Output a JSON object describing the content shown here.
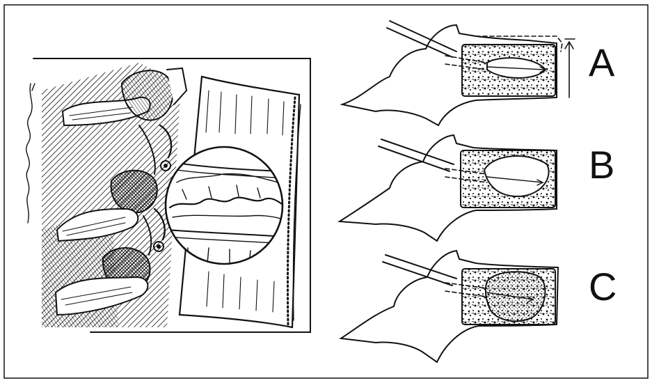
{
  "figure": {
    "panels": [
      {
        "id": "a",
        "label": "A"
      },
      {
        "id": "b",
        "label": "B"
      },
      {
        "id": "c",
        "label": "C"
      }
    ],
    "colors": {
      "ink": "#111111",
      "paper": "#ffffff"
    },
    "illustrator_signature_glyph": "signature"
  }
}
